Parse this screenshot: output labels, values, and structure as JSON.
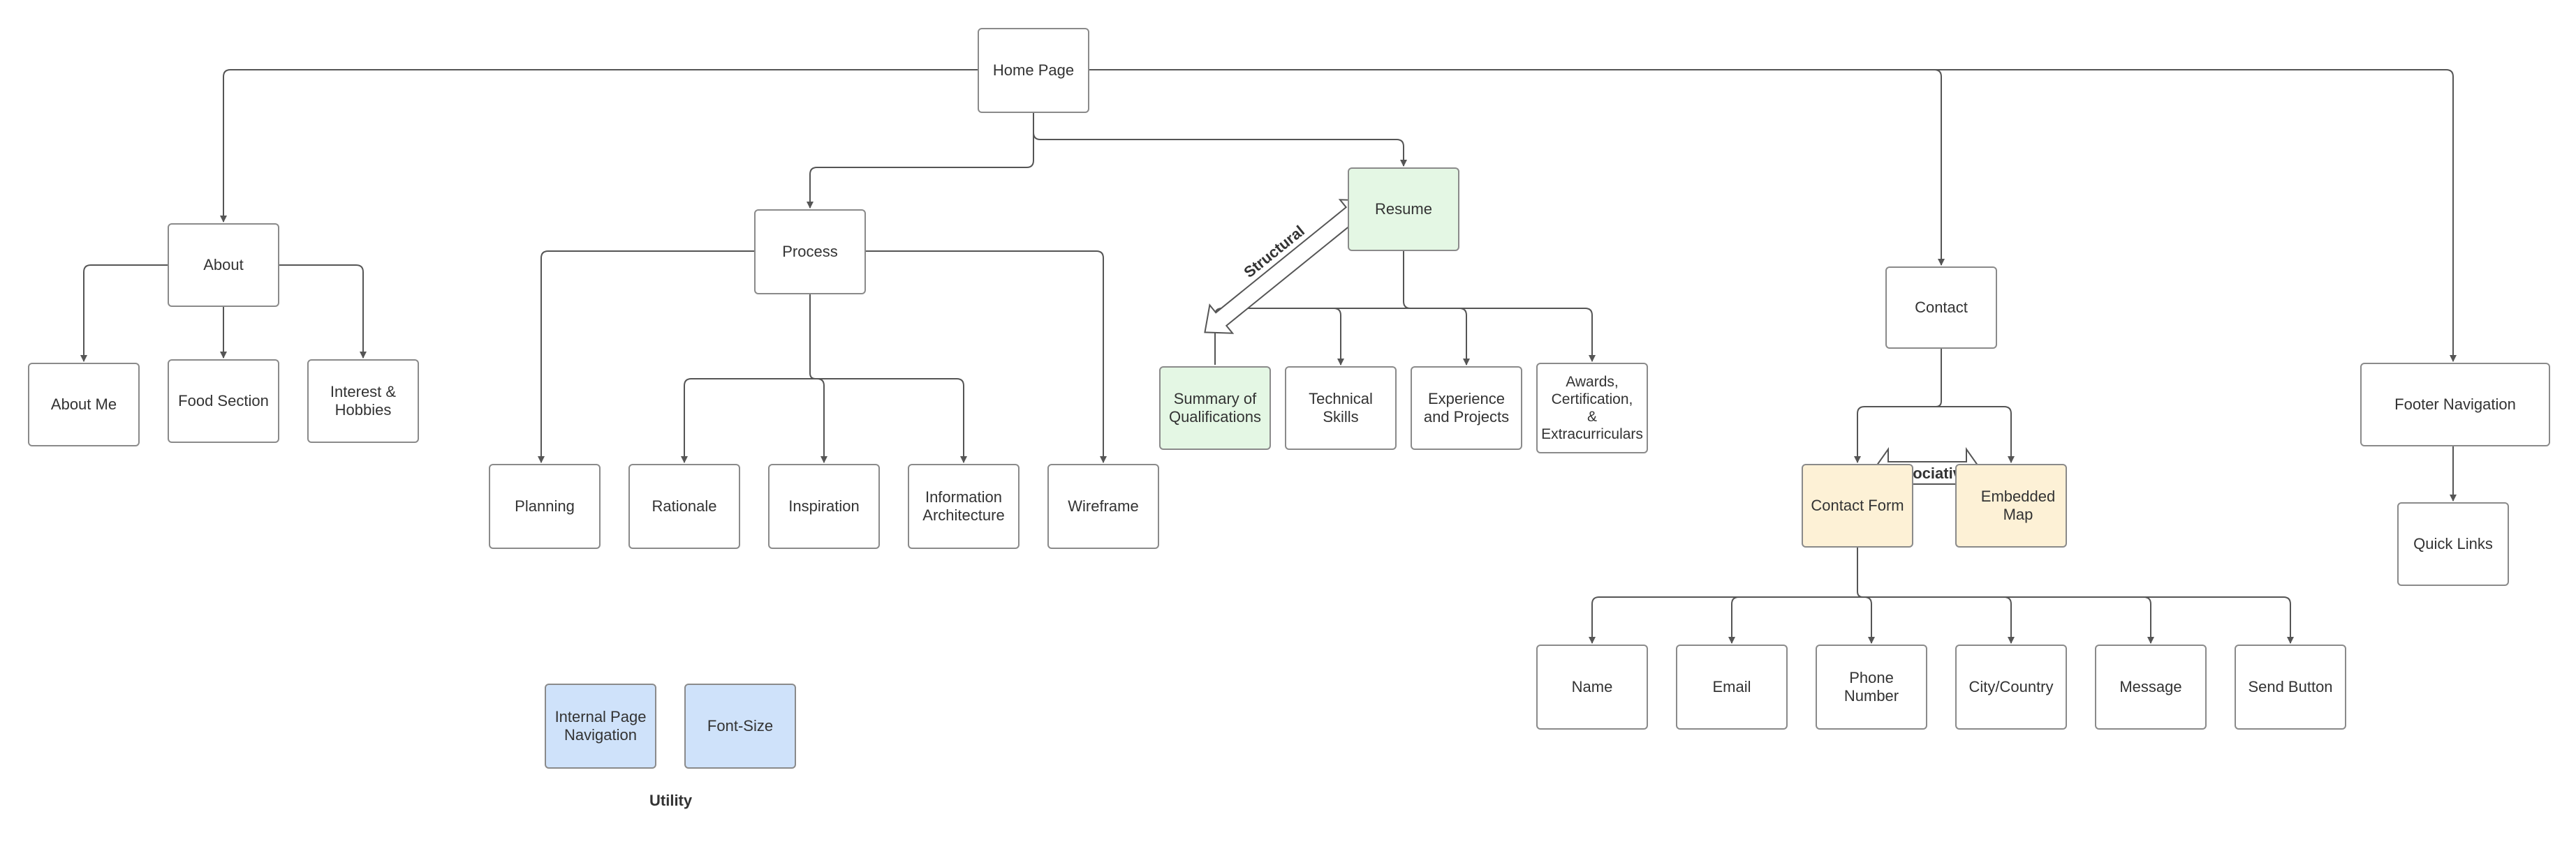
{
  "colors": {
    "line": "#555555",
    "border": "#8a8a8a",
    "green": "#e4f7e4",
    "yellow": "#fdf1d6",
    "blue": "#cfe2fa"
  },
  "nodes": {
    "home_page": "Home Page",
    "about": "About",
    "about_me": "About Me",
    "food_section": "Food Section",
    "interest_hobbies": "Interest &\nHobbies",
    "process": "Process",
    "planning": "Planning",
    "rationale": "Rationale",
    "inspiration": "Inspiration",
    "information_architecture": "Information\nArchitecture",
    "wireframe": "Wireframe",
    "resume": "Resume",
    "summary_qualifications": "Summary of\nQualifications",
    "technical_skills": "Technical\nSkills",
    "experience_projects": "Experience\nand Projects",
    "awards": "Awards,\nCertification,\n&\nExtracurriculars",
    "contact": "Contact",
    "contact_form": "Contact Form",
    "embedded_map": "Embedded\nMap",
    "name": "Name",
    "email": "Email",
    "phone_number": "Phone\nNumber",
    "city_country": "City/Country",
    "message": "Message",
    "send_button": "Send Button",
    "footer_navigation": "Footer Navigation",
    "quick_links": "Quick Links",
    "internal_page_navigation": "Internal Page\nNavigation",
    "font_size": "Font-Size"
  },
  "labels": {
    "structural": "Structural",
    "associative": "Associative",
    "utility": "Utility"
  }
}
